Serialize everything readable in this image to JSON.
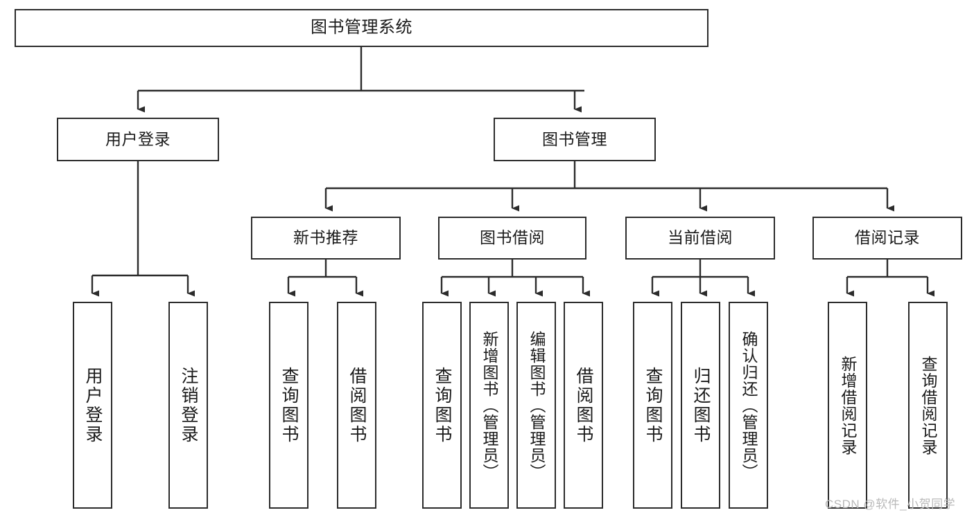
{
  "diagram": {
    "title": "图书管理系统",
    "type": "tree-hierarchy-chart",
    "root": {
      "id": "root",
      "label": "图书管理系统"
    },
    "level2": [
      {
        "id": "user-login",
        "label": "用户登录"
      },
      {
        "id": "book-manage",
        "label": "图书管理"
      }
    ],
    "level3": [
      {
        "id": "new-book-recommend",
        "label": "新书推荐",
        "parent": "book-manage"
      },
      {
        "id": "book-borrow",
        "label": "图书借阅",
        "parent": "book-manage"
      },
      {
        "id": "current-borrow",
        "label": "当前借阅",
        "parent": "book-manage"
      },
      {
        "id": "borrow-record",
        "label": "借阅记录",
        "parent": "book-manage"
      }
    ],
    "leaves": [
      {
        "id": "leaf-user-login",
        "label": "用户登录",
        "parent": "user-login"
      },
      {
        "id": "leaf-logout-login",
        "label": "注销登录",
        "parent": "user-login"
      },
      {
        "id": "leaf-query-book-1",
        "label": "查询图书",
        "parent": "new-book-recommend"
      },
      {
        "id": "leaf-borrow-book-1",
        "label": "借阅图书",
        "parent": "new-book-recommend"
      },
      {
        "id": "leaf-query-book-2",
        "label": "查询图书",
        "parent": "book-borrow"
      },
      {
        "id": "leaf-add-book",
        "label": "新增图书（管理员）",
        "parent": "book-borrow"
      },
      {
        "id": "leaf-edit-book",
        "label": "编辑图书（管理员）",
        "parent": "book-borrow"
      },
      {
        "id": "leaf-borrow-book-2",
        "label": "借阅图书",
        "parent": "book-borrow"
      },
      {
        "id": "leaf-query-book-3",
        "label": "查询图书",
        "parent": "current-borrow"
      },
      {
        "id": "leaf-return-book",
        "label": "归还图书",
        "parent": "current-borrow"
      },
      {
        "id": "leaf-confirm-return",
        "label": "确认归还（管理员）",
        "parent": "current-borrow"
      },
      {
        "id": "leaf-add-record",
        "label": "新增借阅记录",
        "parent": "borrow-record"
      },
      {
        "id": "leaf-query-record",
        "label": "查询借阅记录",
        "parent": "borrow-record"
      }
    ],
    "colors": {
      "border": "#2b2b2b",
      "background": "#ffffff",
      "text": "#1a1a1a",
      "watermark": "#b9b9b9"
    }
  },
  "watermark": {
    "text": "CSDN @软件_小贺同学"
  }
}
